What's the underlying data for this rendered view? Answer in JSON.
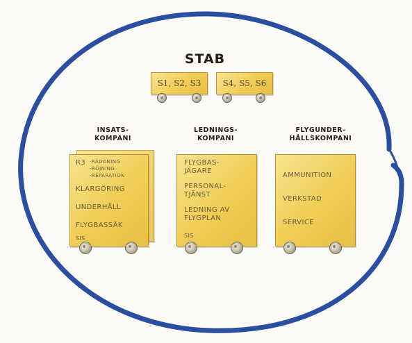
{
  "stab": {
    "title": "STAB",
    "boxes": [
      "S1, S2, S3",
      "S4, S5, S6"
    ]
  },
  "units": [
    {
      "heading": [
        "INSATS-",
        "KOMPANI"
      ],
      "lines": {
        "r3_prefix": "R3",
        "r3_items": [
          "-RÄDDNING",
          "-RÖJNING",
          "-REPARATION"
        ],
        "items": [
          "KLARGÖRING",
          "UNDERHÅLL",
          "FLYGBASSÄK"
        ],
        "footer": "SIS"
      }
    },
    {
      "heading": [
        "LEDNINGS-",
        "KOMPANI"
      ],
      "lines": {
        "items": [
          "FLYGBAS-",
          "JÄGARE",
          "PERSONAL-",
          "TJÄNST",
          "LEDNING AV",
          "FLYGPLAN"
        ],
        "footer": "SIS"
      }
    },
    {
      "heading": [
        "FLYGUNDER-",
        "HÅLLSKOMPANI"
      ],
      "lines": {
        "items": [
          "AMMUNITION",
          "VERKSTAD",
          "SERVICE"
        ]
      }
    }
  ],
  "colors": {
    "ring": "#2b4fa0",
    "wagon": "#f0cd55",
    "text": "#6b5a3a",
    "heading": "#2a1d12"
  }
}
